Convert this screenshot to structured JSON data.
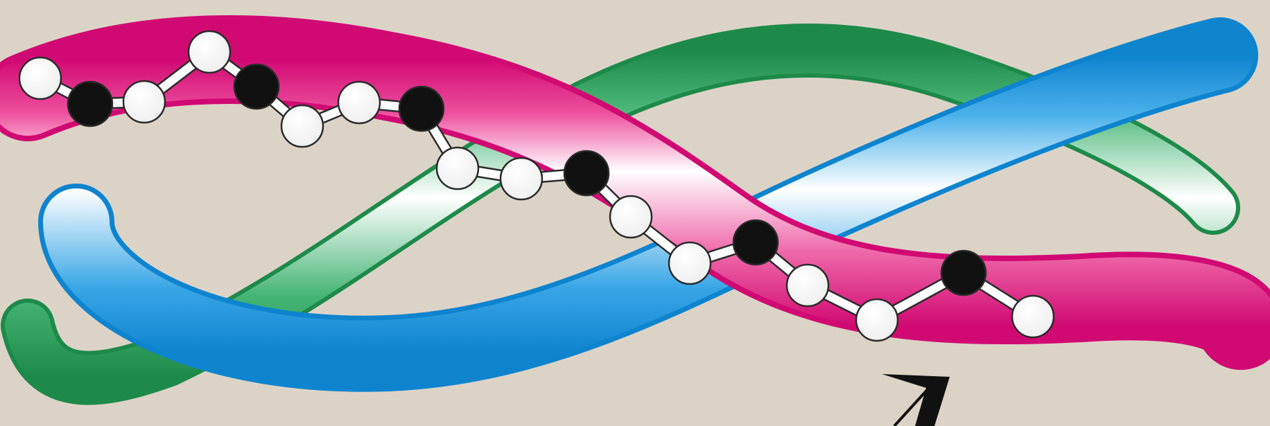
{
  "diagram": {
    "background_color": "#dcd3c7",
    "strands": [
      {
        "name": "green-strand",
        "base_color": "#3aaa63",
        "edge_color": "#1e8a4a",
        "highlight_color": "#ffffff"
      },
      {
        "name": "blue-strand",
        "base_color": "#1e9be0",
        "edge_color": "#0e84cf",
        "highlight_color": "#ffffff"
      },
      {
        "name": "magenta-strand",
        "base_color": "#e6137f",
        "edge_color": "#d10a73",
        "highlight_color": "#ffffff"
      }
    ],
    "atoms": {
      "black_color": "#111111",
      "white_color": "#ffffff",
      "outline_color": "#2a2a2a"
    },
    "pointer": {
      "color": "#111111",
      "icon": "arrow-pointer-icon"
    }
  }
}
